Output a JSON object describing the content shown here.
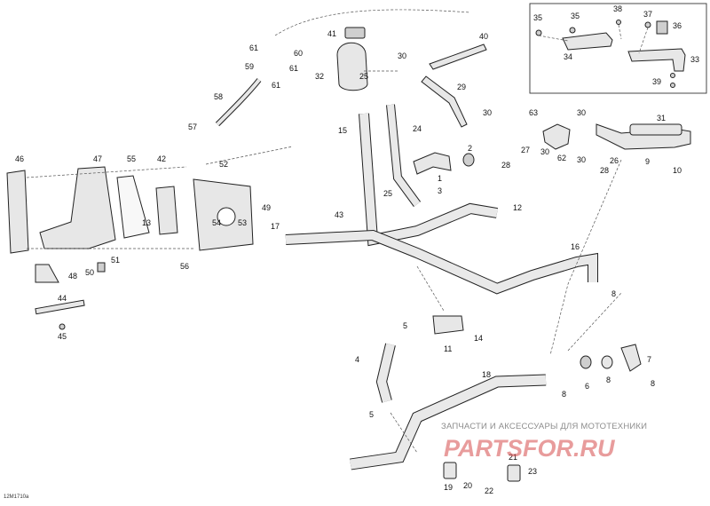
{
  "drawing_id": "12M1710a",
  "watermark": {
    "line1": "ЗАПЧАСТИ И АКСЕССУАРЫ ДЛЯ МОТОТЕХНИКИ",
    "logo": "PARTSFOR.RU"
  },
  "callouts": [
    "1",
    "2",
    "3",
    "4",
    "5",
    "5",
    "6",
    "7",
    "8",
    "8",
    "8",
    "8",
    "9",
    "10",
    "11",
    "12",
    "13",
    "14",
    "15",
    "16",
    "17",
    "18",
    "19",
    "20",
    "21",
    "22",
    "23",
    "24",
    "25",
    "25",
    "26",
    "27",
    "28",
    "28",
    "29",
    "30",
    "30",
    "30",
    "30",
    "30",
    "31",
    "32",
    "33",
    "34",
    "35",
    "35",
    "36",
    "37",
    "38",
    "39",
    "40",
    "41",
    "42",
    "43",
    "44",
    "45",
    "46",
    "47",
    "48",
    "49",
    "50",
    "51",
    "52",
    "53",
    "54",
    "55",
    "56",
    "57",
    "58",
    "59",
    "60",
    "61",
    "61",
    "61",
    "62",
    "63"
  ]
}
